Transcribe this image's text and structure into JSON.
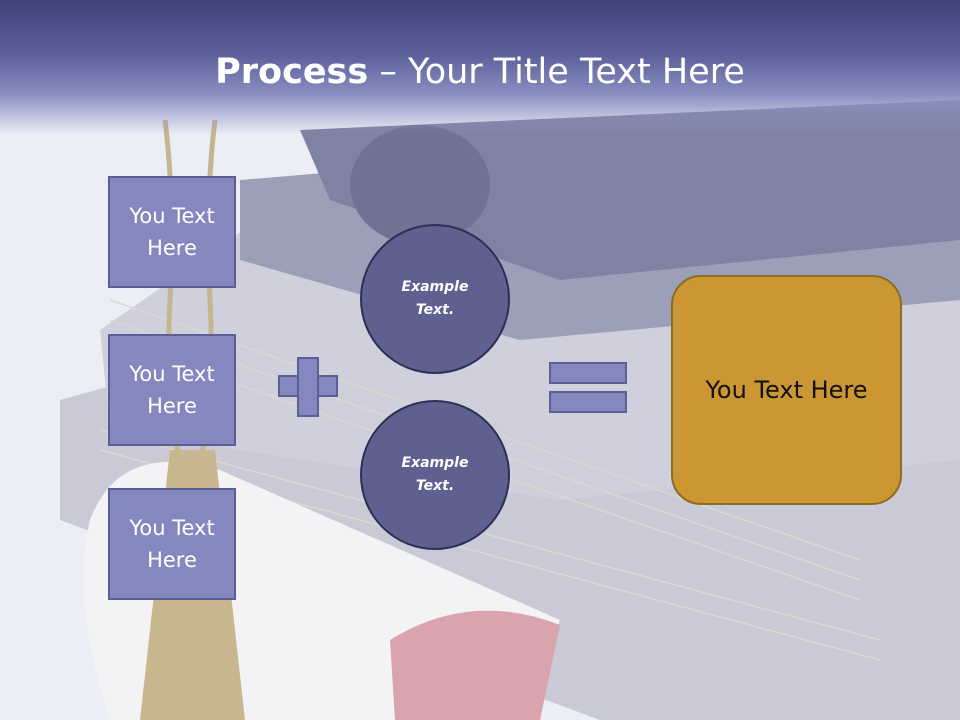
{
  "slide": {
    "title_bold": "Process",
    "title_rest": " – Your Title Text Here",
    "boxes": [
      {
        "label": "You Text Here"
      },
      {
        "label": "You Text Here"
      },
      {
        "label": "You Text Here"
      }
    ],
    "circles": [
      {
        "label": "Example Text."
      },
      {
        "label": "Example Text."
      }
    ],
    "result_label": "You Text Here"
  },
  "colors": {
    "header": "#4b5088",
    "box_fill": "#8488bf",
    "circle_fill": "#5e608f",
    "result_fill": "#cc9733"
  },
  "icons": {
    "plus": "plus-icon",
    "equals": "equals-icon"
  }
}
